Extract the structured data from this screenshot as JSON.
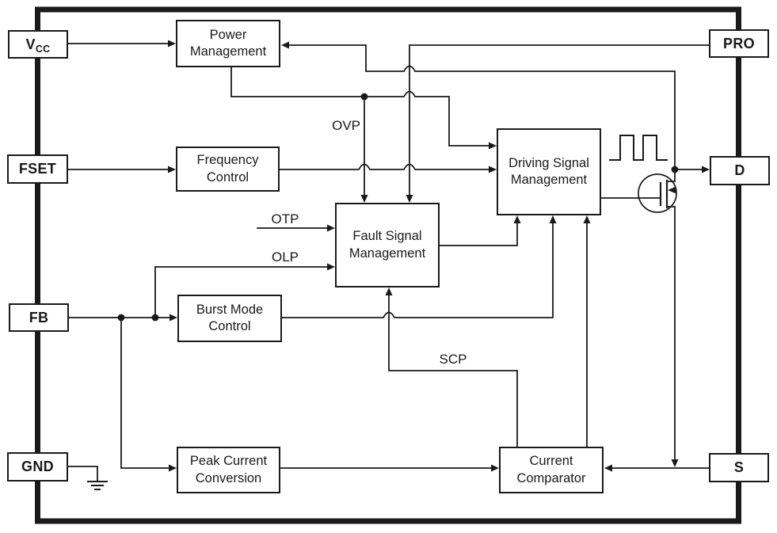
{
  "pins": {
    "vcc": {
      "main": "V",
      "sub": "CC"
    },
    "fset": {
      "label": "FSET"
    },
    "fb": {
      "label": "FB"
    },
    "gnd": {
      "label": "GND"
    },
    "pro": {
      "label": "PRO"
    },
    "d": {
      "label": "D"
    },
    "s": {
      "label": "S"
    }
  },
  "blocks": {
    "power_management": {
      "label": "Power\nManagement"
    },
    "frequency_control": {
      "label": "Frequency\nControl"
    },
    "driving_signal_management": {
      "label": "Driving Signal\nManagement"
    },
    "fault_signal_management": {
      "label": "Fault Signal\nManagement"
    },
    "burst_mode_control": {
      "label": "Burst Mode\nControl"
    },
    "peak_current_conversion": {
      "label": "Peak Current\nConversion"
    },
    "current_comparator": {
      "label": "Current\nComparator"
    }
  },
  "signals": {
    "ovp": {
      "label": "OVP"
    },
    "otp": {
      "label": "OTP"
    },
    "olp": {
      "label": "OLP"
    },
    "scp": {
      "label": "SCP"
    }
  },
  "colors": {
    "line": "#1a1a1a",
    "background": "#ffffff"
  }
}
